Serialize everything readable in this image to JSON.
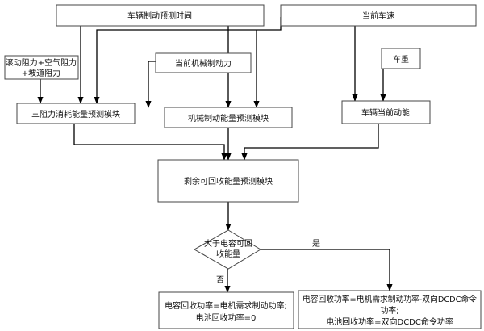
{
  "nodes": {
    "braking_time": {
      "label": "车辆制动预测时间"
    },
    "current_speed": {
      "label": "当前车速"
    },
    "resistance": {
      "lines": [
        "滚动阻力+空气阻力",
        "+坡道阻力"
      ]
    },
    "mech_power": {
      "label": "当前机械制动力"
    },
    "vehicle_weight": {
      "label": "车重"
    },
    "three_resist_module": {
      "label": "三阻力消耗能量预测模块"
    },
    "mech_energy_module": {
      "label": "机械制动能量预测模块"
    },
    "kinetic_energy": {
      "label": "车辆当前动能"
    },
    "remaining_energy_module": {
      "label": "剩余可回收能量预测模块"
    },
    "decision": {
      "lines": [
        "大于电容可回",
        "收能量"
      ]
    },
    "result_no": {
      "lines": [
        "电容回收功率=电机需求制动功率;",
        "电池回收功率=0"
      ]
    },
    "result_yes": {
      "lines": [
        "电容回收功率=电机需求制动功率-双向DCDC命令",
        "功率;",
        "电池回收功率=双向DCDC命令功率"
      ]
    }
  },
  "edges": {
    "yes_label": "是",
    "no_label": "否"
  },
  "colors": {
    "line": "#000000",
    "box_border": "#444444",
    "text": "#111111"
  }
}
